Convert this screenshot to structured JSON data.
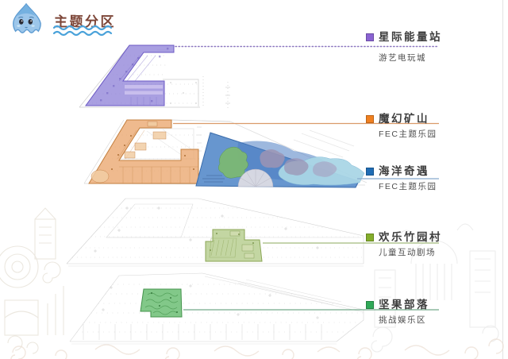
{
  "header": {
    "title": "主题分区",
    "mascot": "water-drop-mascot"
  },
  "legend": {
    "items": [
      {
        "label": "星际能量站",
        "sublabel": "游艺电玩城",
        "swatch_color": "#8a63d2",
        "line_color": "#8d78c0",
        "line_style": "dotted"
      },
      {
        "label": "魔幻矿山",
        "sublabel": "FEC主题乐园",
        "swatch_color": "#f08020",
        "line_color": "#da9a6a",
        "line_style": "solid"
      },
      {
        "label": "海洋奇遇",
        "sublabel": "FEC主题乐园",
        "swatch_color": "#1f6cb4",
        "line_color": "#87abcd",
        "line_style": "solid"
      },
      {
        "label": "欢乐竹园村",
        "sublabel": "儿童互动剧场",
        "swatch_color": "#84ad2b",
        "line_color": "#a2bb7c",
        "line_style": "solid"
      },
      {
        "label": "坚果部落",
        "sublabel": "挑战娱乐区",
        "swatch_color": "#2fa857",
        "line_color": "#73a98a",
        "line_style": "solid"
      }
    ]
  },
  "zones": [
    {
      "name": "星际能量站",
      "fill": "#9184d9",
      "stroke": "#6c5ac5"
    },
    {
      "name": "魔幻矿山",
      "fill": "#e9a368",
      "stroke": "#c5803f"
    },
    {
      "name": "海洋奇遇",
      "fill": "#5f90cc",
      "stroke": "#3a6cab"
    },
    {
      "name": "欢乐竹园村",
      "fill": "#bed29a",
      "stroke": "#8ba656"
    },
    {
      "name": "坚果部落",
      "fill": "#7bc583",
      "stroke": "#44934c"
    }
  ],
  "accents": {
    "title_color": "#7d4638",
    "wave_color": "#4aa2da"
  }
}
